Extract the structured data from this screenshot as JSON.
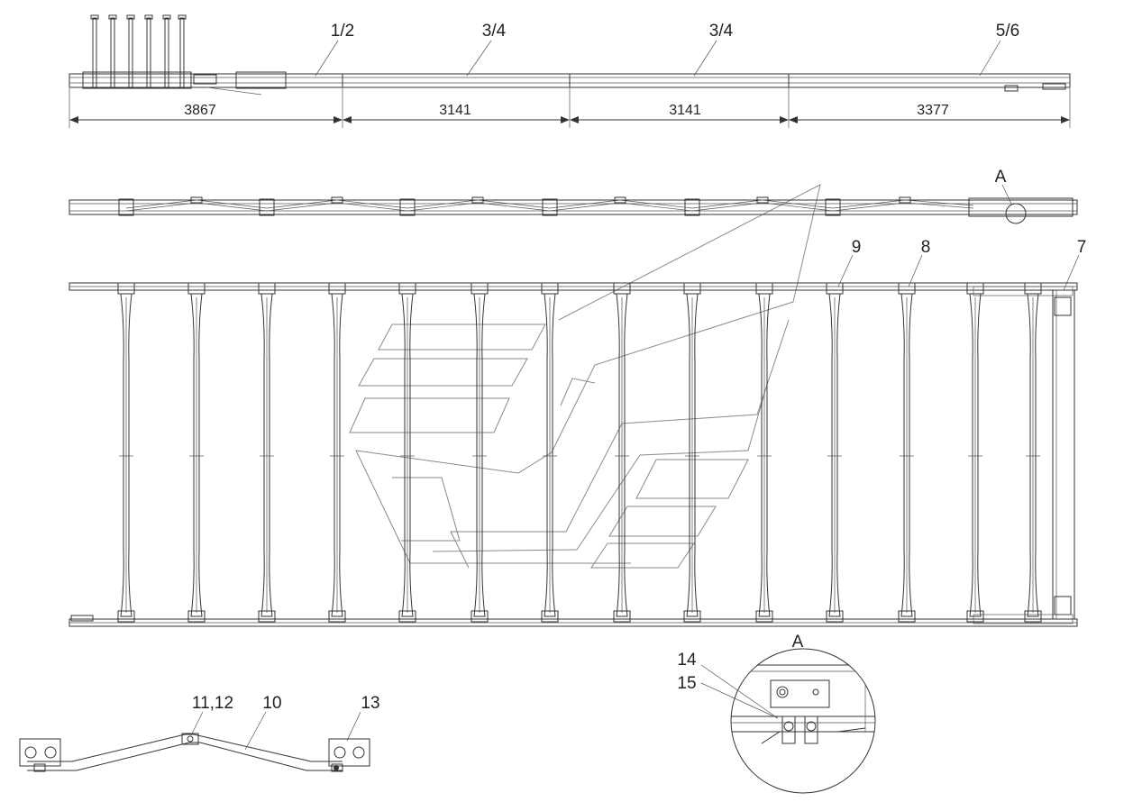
{
  "drawing": {
    "side_view": {
      "labels": [
        "1/2",
        "3/4",
        "3/4",
        "5/6"
      ],
      "dimensions": [
        "3867",
        "3141",
        "3141",
        "3377"
      ]
    },
    "top_view": {
      "detail_marker": "A"
    },
    "plan_view": {
      "labels": [
        "9",
        "8",
        "7"
      ]
    },
    "crossmember_view": {
      "labels": [
        "11,12",
        "10",
        "13"
      ]
    },
    "detail_a": {
      "title": "A",
      "labels": [
        "14",
        "15"
      ]
    }
  }
}
